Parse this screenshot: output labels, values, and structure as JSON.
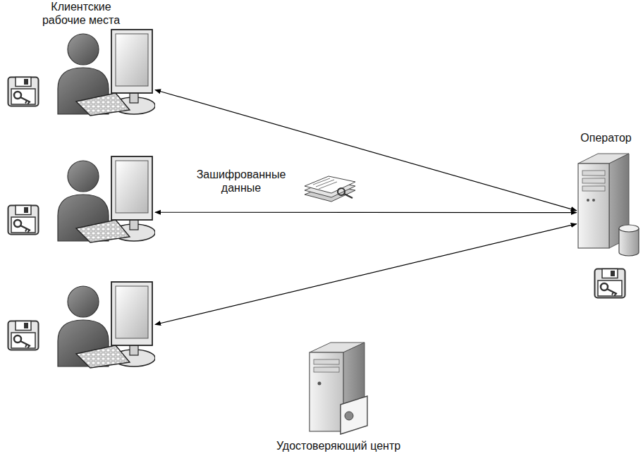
{
  "diagram": {
    "nodes": [
      {
        "text": [
          "Клиентские рабочие места"
        ]
      },
      {
        "text": []
      },
      {
        "text": []
      },
      {
        "text": [
          "Оператор"
        ]
      },
      {
        "text": [
          "Удостоверяющий центр"
        ]
      }
    ],
    "edges": [
      {
        "from": 0,
        "to": 3,
        "arrow": "both"
      },
      {
        "from": 1,
        "to": 3,
        "label": "Зашифрованные данные",
        "arrow": "both"
      },
      {
        "from": 2,
        "to": 3,
        "arrow": "both"
      }
    ]
  }
}
